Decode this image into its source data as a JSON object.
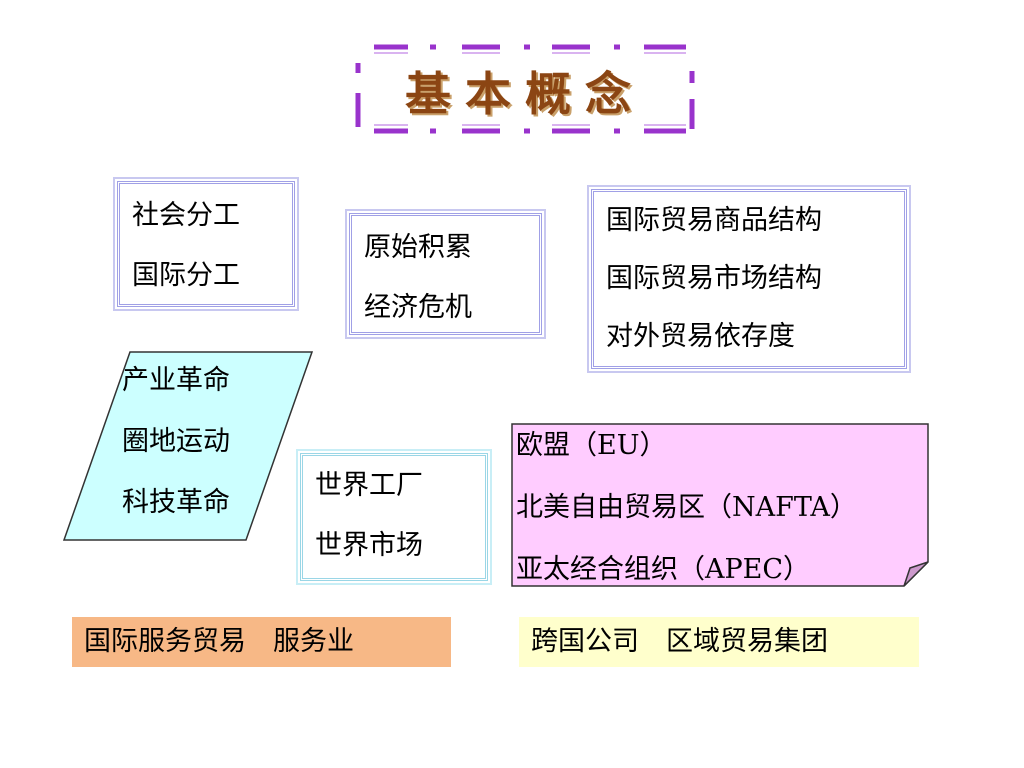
{
  "title": "基本概念",
  "groups": {
    "division": {
      "line1": "社会分工",
      "line2": "国际分工"
    },
    "accumulation": {
      "line1": "原始积累",
      "line2": "经济危机"
    },
    "structure": {
      "line1": "国际贸易商品结构",
      "line2": "国际贸易市场结构",
      "line3": "对外贸易依存度"
    },
    "revolution": {
      "line1": "产业革命",
      "line2": "圈地运动",
      "line3": "科技革命"
    },
    "world": {
      "line1": "世界工厂",
      "line2": "世界市场"
    },
    "regional": {
      "line1": "欧盟（EU）",
      "line2": "北美自由贸易区（NAFTA）",
      "line3": "亚太经合组织（APEC）"
    }
  },
  "bottom": {
    "services": "国际服务贸易　服务业",
    "multinational": "跨国公司　区域贸易集团"
  },
  "colors": {
    "title_text": "#8b4513",
    "title_frame": "#9933cc",
    "box_border": "#a0a0e6",
    "parallelogram_fill": "#ccffff",
    "note_fill": "#ffccff",
    "services_fill": "#f7b886",
    "multinational_fill": "#ffffcc"
  }
}
